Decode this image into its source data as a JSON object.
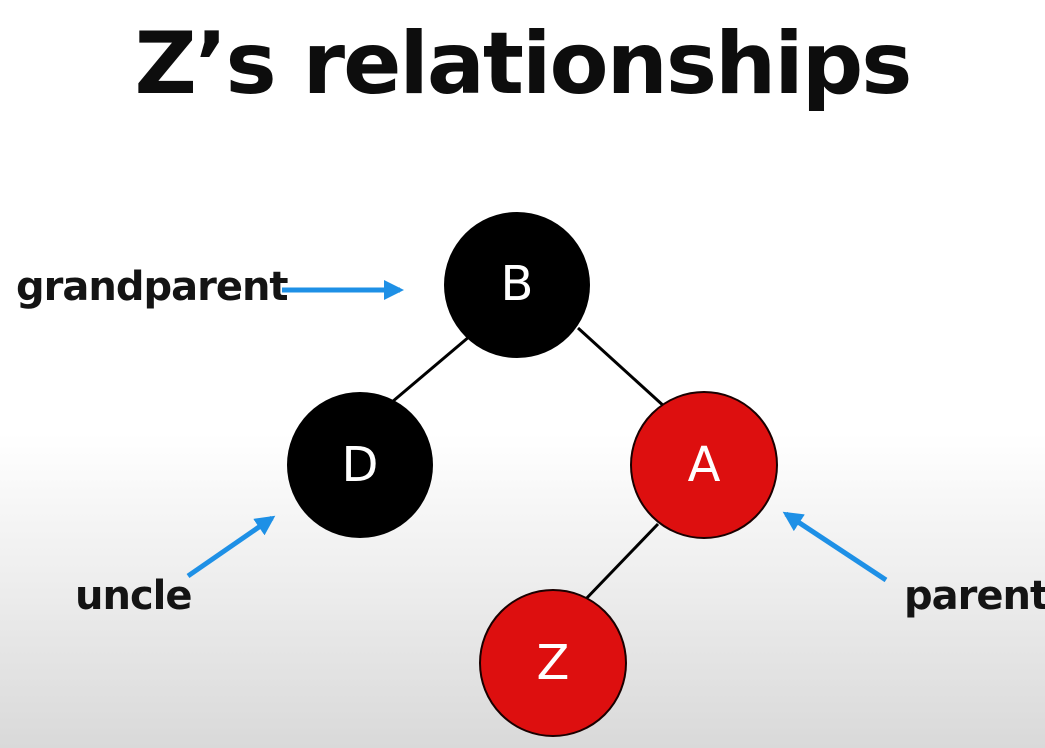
{
  "title": "Z’s relationships",
  "nodes": {
    "B": {
      "label": "B",
      "color": "black"
    },
    "D": {
      "label": "D",
      "color": "black"
    },
    "A": {
      "label": "A",
      "color": "red"
    },
    "Z": {
      "label": "Z",
      "color": "red"
    }
  },
  "edges": [
    [
      "B",
      "D"
    ],
    [
      "B",
      "A"
    ],
    [
      "A",
      "Z"
    ]
  ],
  "annotations": {
    "grandparent": "grandparent",
    "uncle": "uncle",
    "parent": "parent"
  },
  "colors": {
    "black_node": "#000000",
    "red_node": "#dd0f0f",
    "arrow": "#1e90e6",
    "edge": "#000000",
    "node_text": "#ffffff"
  }
}
